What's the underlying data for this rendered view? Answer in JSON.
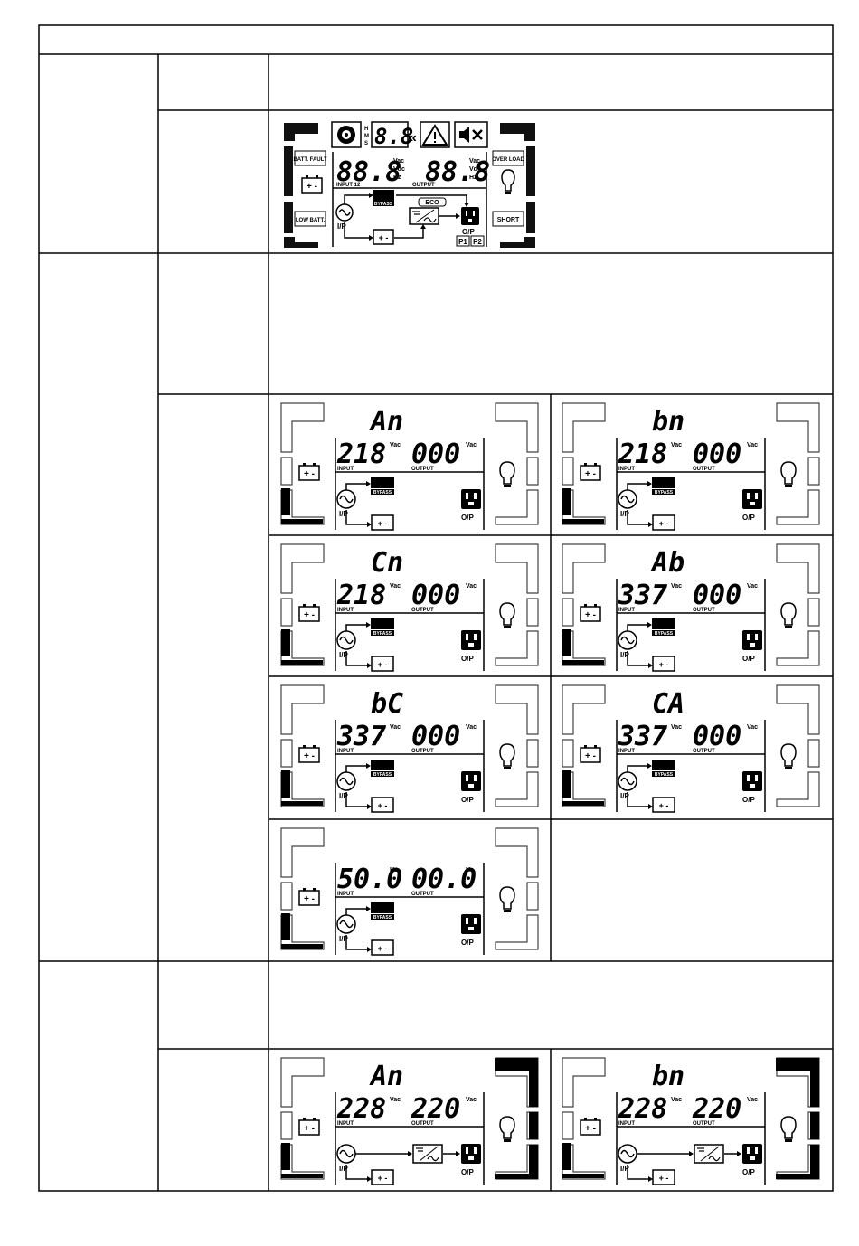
{
  "table": {
    "title_row": "",
    "section_1": {
      "label": "",
      "row_a_label": "",
      "row_a_text": "",
      "row_b_label": ""
    },
    "section_2": {
      "label": "",
      "row_a_label": "",
      "row_a_text": "",
      "row_b_label": ""
    },
    "section_3": {
      "label": "",
      "row_a_label": "",
      "row_a_text": "",
      "row_b_label": ""
    }
  },
  "full_panel": {
    "clock": "8.8",
    "hms": [
      "H",
      "M",
      "S"
    ],
    "chevron": "«",
    "input_value": "88.8",
    "output_value": "88.8",
    "units": [
      "Vac",
      "Vdc",
      "Hz"
    ],
    "input_label": "INPUT 12",
    "output_label": "OUTPUT",
    "batt_fault": "BATT. FAULT",
    "low_batt": "LOW BATT.",
    "over_load": "OVER LOAD",
    "short": "SHORT",
    "bypass": "BYPASS",
    "eco": "ECO",
    "ip": "I/P",
    "op": "O/P",
    "p1": "P1",
    "p2": "P2"
  },
  "panels": [
    {
      "mode": "bypass",
      "top": "An",
      "input": "218",
      "output": "000",
      "unit": "Vac",
      "input_label": "INPUT",
      "output_label": "OUTPUT",
      "bypass": "BYPASS",
      "ip": "I/P",
      "op": "O/P",
      "right_bars": false
    },
    {
      "mode": "bypass",
      "top": "bn",
      "input": "218",
      "output": "000",
      "unit": "Vac",
      "input_label": "INPUT",
      "output_label": "OUTPUT",
      "bypass": "BYPASS",
      "ip": "I/P",
      "op": "O/P",
      "right_bars": false
    },
    {
      "mode": "bypass",
      "top": "Cn",
      "input": "218",
      "output": "000",
      "unit": "Vac",
      "input_label": "INPUT",
      "output_label": "OUTPUT",
      "bypass": "BYPASS",
      "ip": "I/P",
      "op": "O/P",
      "right_bars": false
    },
    {
      "mode": "bypass",
      "top": "Ab",
      "input": "337",
      "output": "000",
      "unit": "Vac",
      "input_label": "INPUT",
      "output_label": "OUTPUT",
      "bypass": "BYPASS",
      "ip": "I/P",
      "op": "O/P",
      "right_bars": false
    },
    {
      "mode": "bypass",
      "top": "bC",
      "input": "337",
      "output": "000",
      "unit": "Vac",
      "input_label": "INPUT",
      "output_label": "OUTPUT",
      "bypass": "BYPASS",
      "ip": "I/P",
      "op": "O/P",
      "right_bars": false
    },
    {
      "mode": "bypass",
      "top": "CA",
      "input": "337",
      "output": "000",
      "unit": "Vac",
      "input_label": "INPUT",
      "output_label": "OUTPUT",
      "bypass": "BYPASS",
      "ip": "I/P",
      "op": "O/P",
      "right_bars": false
    },
    {
      "mode": "bypass",
      "top": "",
      "input": "50.0",
      "output": "00.0",
      "unit": "Hz",
      "input_label": "INPUT",
      "output_label": "OUTPUT",
      "bypass": "BYPASS",
      "ip": "I/P",
      "op": "O/P",
      "right_bars": false
    },
    {
      "mode": "inverter",
      "top": "An",
      "input": "228",
      "output": "220",
      "unit": "Vac",
      "input_label": "INPUT",
      "output_label": "OUTPUT",
      "bypass": "",
      "ip": "I/P",
      "op": "O/P",
      "right_bars": true
    },
    {
      "mode": "inverter",
      "top": "bn",
      "input": "228",
      "output": "220",
      "unit": "Vac",
      "input_label": "INPUT",
      "output_label": "OUTPUT",
      "bypass": "",
      "ip": "I/P",
      "op": "O/P",
      "right_bars": true
    }
  ]
}
